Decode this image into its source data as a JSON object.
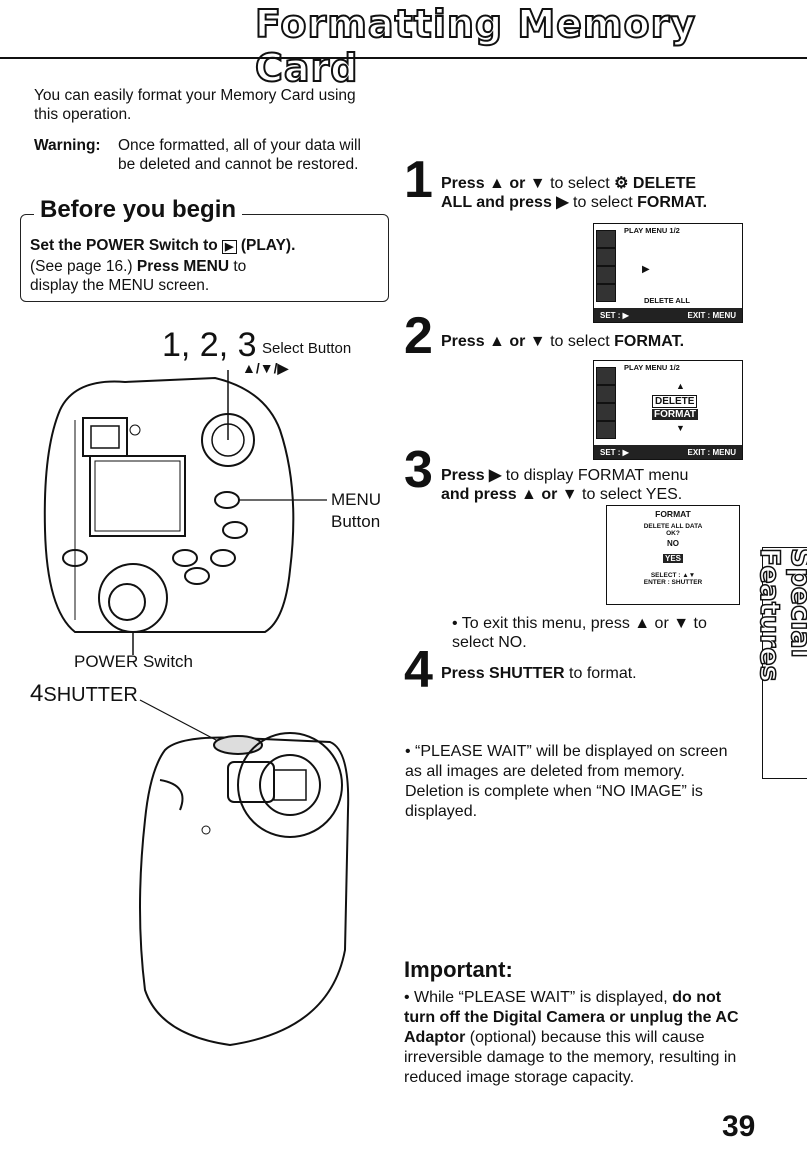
{
  "header": {
    "title": "Formatting Memory Card"
  },
  "intro": {
    "text": "You can easily format your Memory Card using this operation.",
    "warning_label": "Warning:",
    "warning_text": "Once formatted, all of your data will be deleted and cannot be restored."
  },
  "before": {
    "title": "Before you begin",
    "line1": "Set the POWER Switch to",
    "play_symbol": "▶",
    "line1_end": "(PLAY).",
    "line2a": "(See page 16.)",
    "line2b": "Press MENU",
    "line2c": "to",
    "line3": "display the MENU screen."
  },
  "figure_top": {
    "callout_steps": "1, 2, 3",
    "select_button_label": "Select Button",
    "select_arrows": "▲/▼/▶",
    "menu_label": "MENU",
    "menu_label2": "Button",
    "power_label": "POWER Switch"
  },
  "figure_bottom": {
    "step": "4",
    "shutter_label": "SHUTTER"
  },
  "steps": [
    {
      "num": "1",
      "a": "Press ▲ or ▼",
      "b": "to select",
      "c": "DELETE",
      "d": "ALL and press ▶",
      "e": "to select",
      "f": "FORMAT."
    },
    {
      "num": "2",
      "a": "Press ▲ or ▼",
      "b": "to select",
      "c": "FORMAT."
    },
    {
      "num": "3",
      "a": "Press ▶",
      "b": "to display FORMAT menu",
      "c": "and press ▲ or ▼",
      "d": "to select YES."
    },
    {
      "num": "4",
      "a": "Press SHUTTER",
      "b": "to format."
    }
  ],
  "screens": {
    "s1": {
      "top": "PLAY MENU 1/2",
      "bottom_text": "DELETE ALL",
      "bar_left": "SET : ▶",
      "bar_right": "EXIT : MENU"
    },
    "s2": {
      "top": "PLAY MENU 1/2",
      "opt1": "DELETE",
      "opt2": "FORMAT",
      "bar_left": "SET : ▶",
      "bar_right": "EXIT : MENU"
    },
    "s3": {
      "l1": "FORMAT",
      "l2": "DELETE ALL DATA",
      "l3": "OK?",
      "l4": "NO",
      "l5": "YES",
      "l6": "SELECT : ▲▼",
      "l7": "ENTER : SHUTTER"
    }
  },
  "notes": {
    "exit": "• To exit this menu, press ▲ or ▼ to select NO.",
    "wait": "• “PLEASE WAIT” will be displayed on screen as all images are deleted from memory. Deletion is complete when “NO IMAGE” is displayed."
  },
  "important": {
    "title": "Important:",
    "t1": "• While “PLEASE WAIT” is displayed,",
    "t2": "do not turn off the Digital Camera or unplug the AC Adaptor",
    "t3": "(optional) because this will cause irreversible damage to the memory, resulting in reduced image storage capacity."
  },
  "side_tab": {
    "text": "Special Features"
  },
  "footer": {
    "page": "39"
  }
}
